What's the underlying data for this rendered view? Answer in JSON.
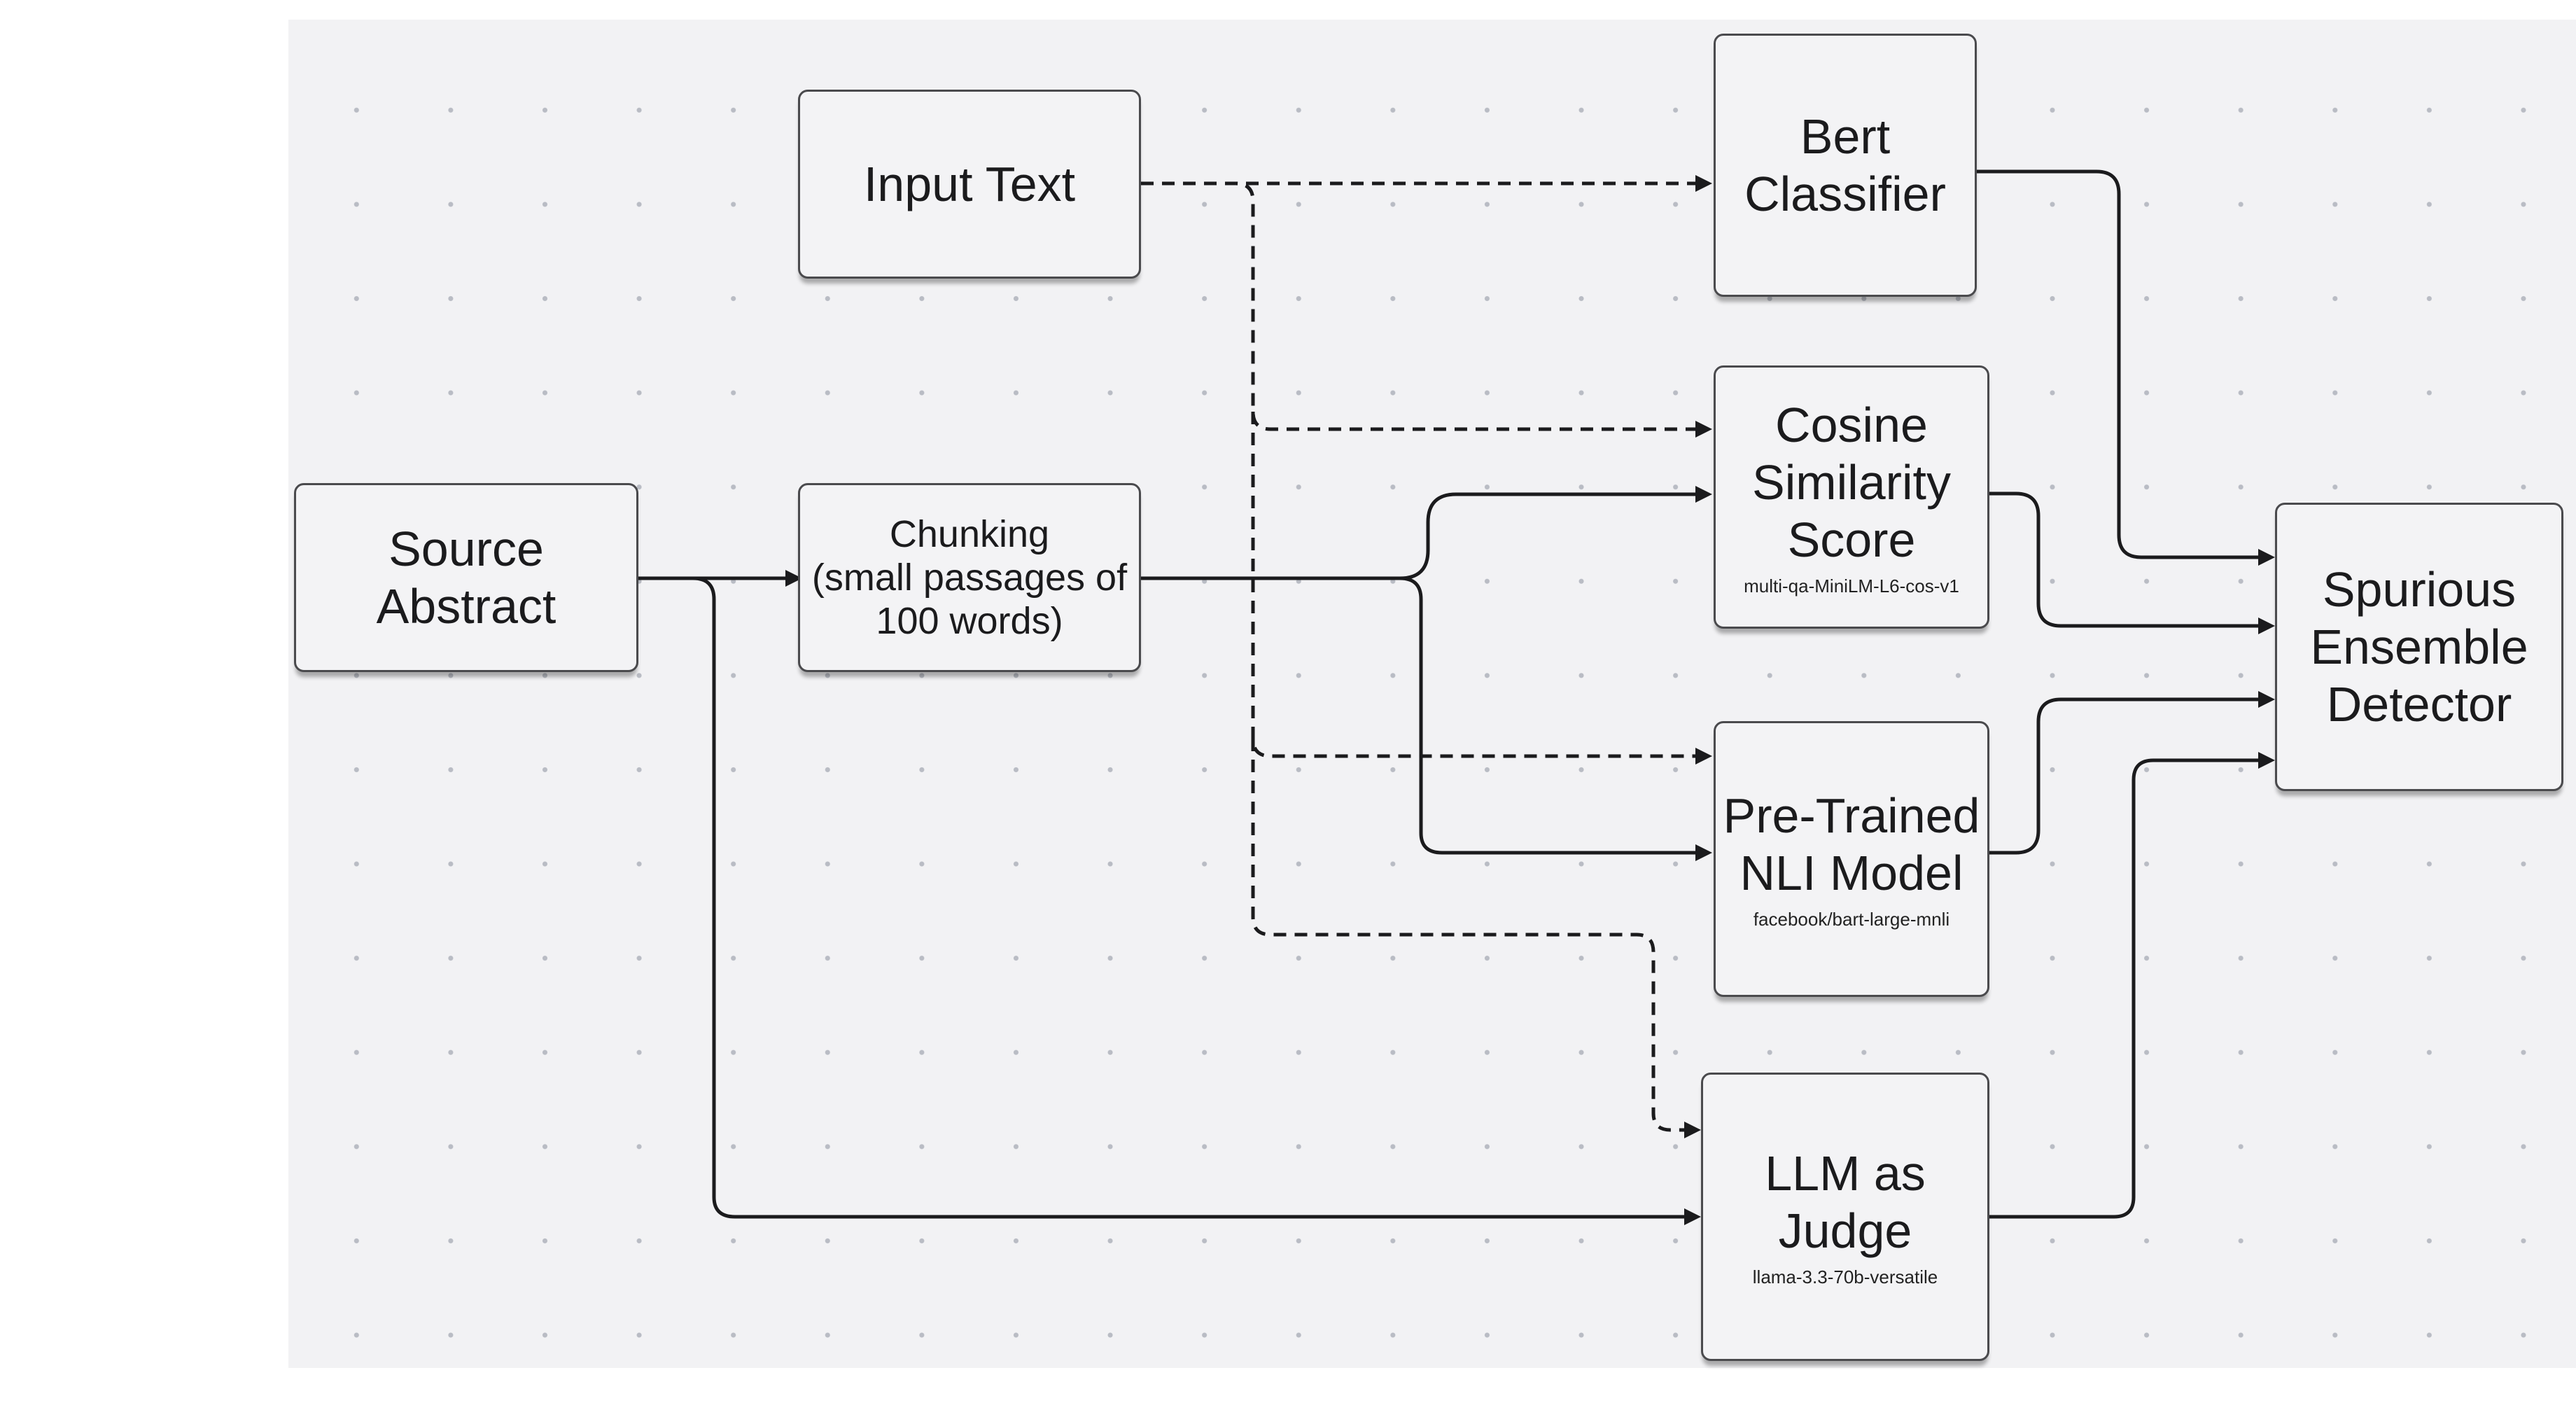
{
  "nodes": {
    "input_text": {
      "title": "Input Text"
    },
    "source_abstract": {
      "title": "Source\nAbstract"
    },
    "chunking": {
      "title": "Chunking\n(small passages of\n100 words)"
    },
    "bert": {
      "title": "Bert\nClassifier"
    },
    "cosine": {
      "title": "Cosine\nSimilarity\nScore",
      "model": "multi-qa-MiniLM-L6-cos-v1"
    },
    "nli": {
      "title": "Pre-Trained\nNLI Model",
      "model": "facebook/bart-large-mnli"
    },
    "llm": {
      "title": "LLM as\nJudge",
      "model": "llama-3.3-70b-versatile"
    },
    "ensemble": {
      "title": "Spurious\nEnsemble\nDetector"
    }
  },
  "edges": [
    {
      "from": "input_text",
      "to": "bert",
      "style": "dashed"
    },
    {
      "from": "input_text",
      "to": "cosine",
      "style": "dashed"
    },
    {
      "from": "input_text",
      "to": "nli",
      "style": "dashed"
    },
    {
      "from": "input_text",
      "to": "llm",
      "style": "dashed"
    },
    {
      "from": "source_abstract",
      "to": "chunking",
      "style": "solid"
    },
    {
      "from": "source_abstract",
      "to": "llm",
      "style": "solid"
    },
    {
      "from": "chunking",
      "to": "cosine",
      "style": "solid"
    },
    {
      "from": "chunking",
      "to": "nli",
      "style": "solid"
    },
    {
      "from": "bert",
      "to": "ensemble",
      "style": "solid"
    },
    {
      "from": "cosine",
      "to": "ensemble",
      "style": "solid"
    },
    {
      "from": "nli",
      "to": "ensemble",
      "style": "solid"
    },
    {
      "from": "llm",
      "to": "ensemble",
      "style": "solid"
    }
  ],
  "colors": {
    "canvas": "#f2f2f4",
    "line": "#1b1b1d",
    "node_border": "#4a4a4d"
  }
}
